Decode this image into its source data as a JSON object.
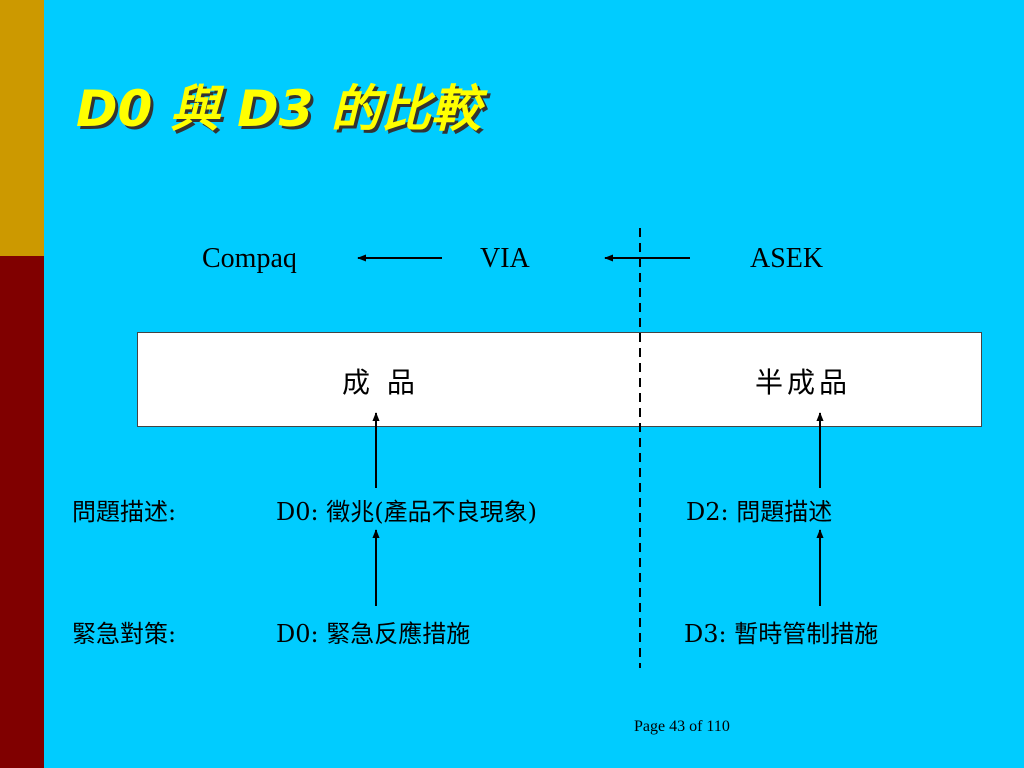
{
  "slide": {
    "title": "D0 與 D3 的比較",
    "flow": {
      "compaq": "Compaq",
      "via": "VIA",
      "asek": "ASEK"
    },
    "box": {
      "left_label": "成 品",
      "right_label": "半成品"
    },
    "problem_row": {
      "label": "問題描述:",
      "left": "D0: 徵兆(產品不良現象)",
      "right": "D2: 問題描述"
    },
    "action_row": {
      "label": "緊急對策:",
      "left": "D0: 緊急反應措施",
      "right": "D3: 暫時管制措施"
    },
    "page_number": "Page 43 of 110",
    "colors": {
      "background": "#00CCFF",
      "title": "#FFFF00",
      "bar_top": "#CC9900",
      "bar_bottom": "#800000"
    }
  }
}
